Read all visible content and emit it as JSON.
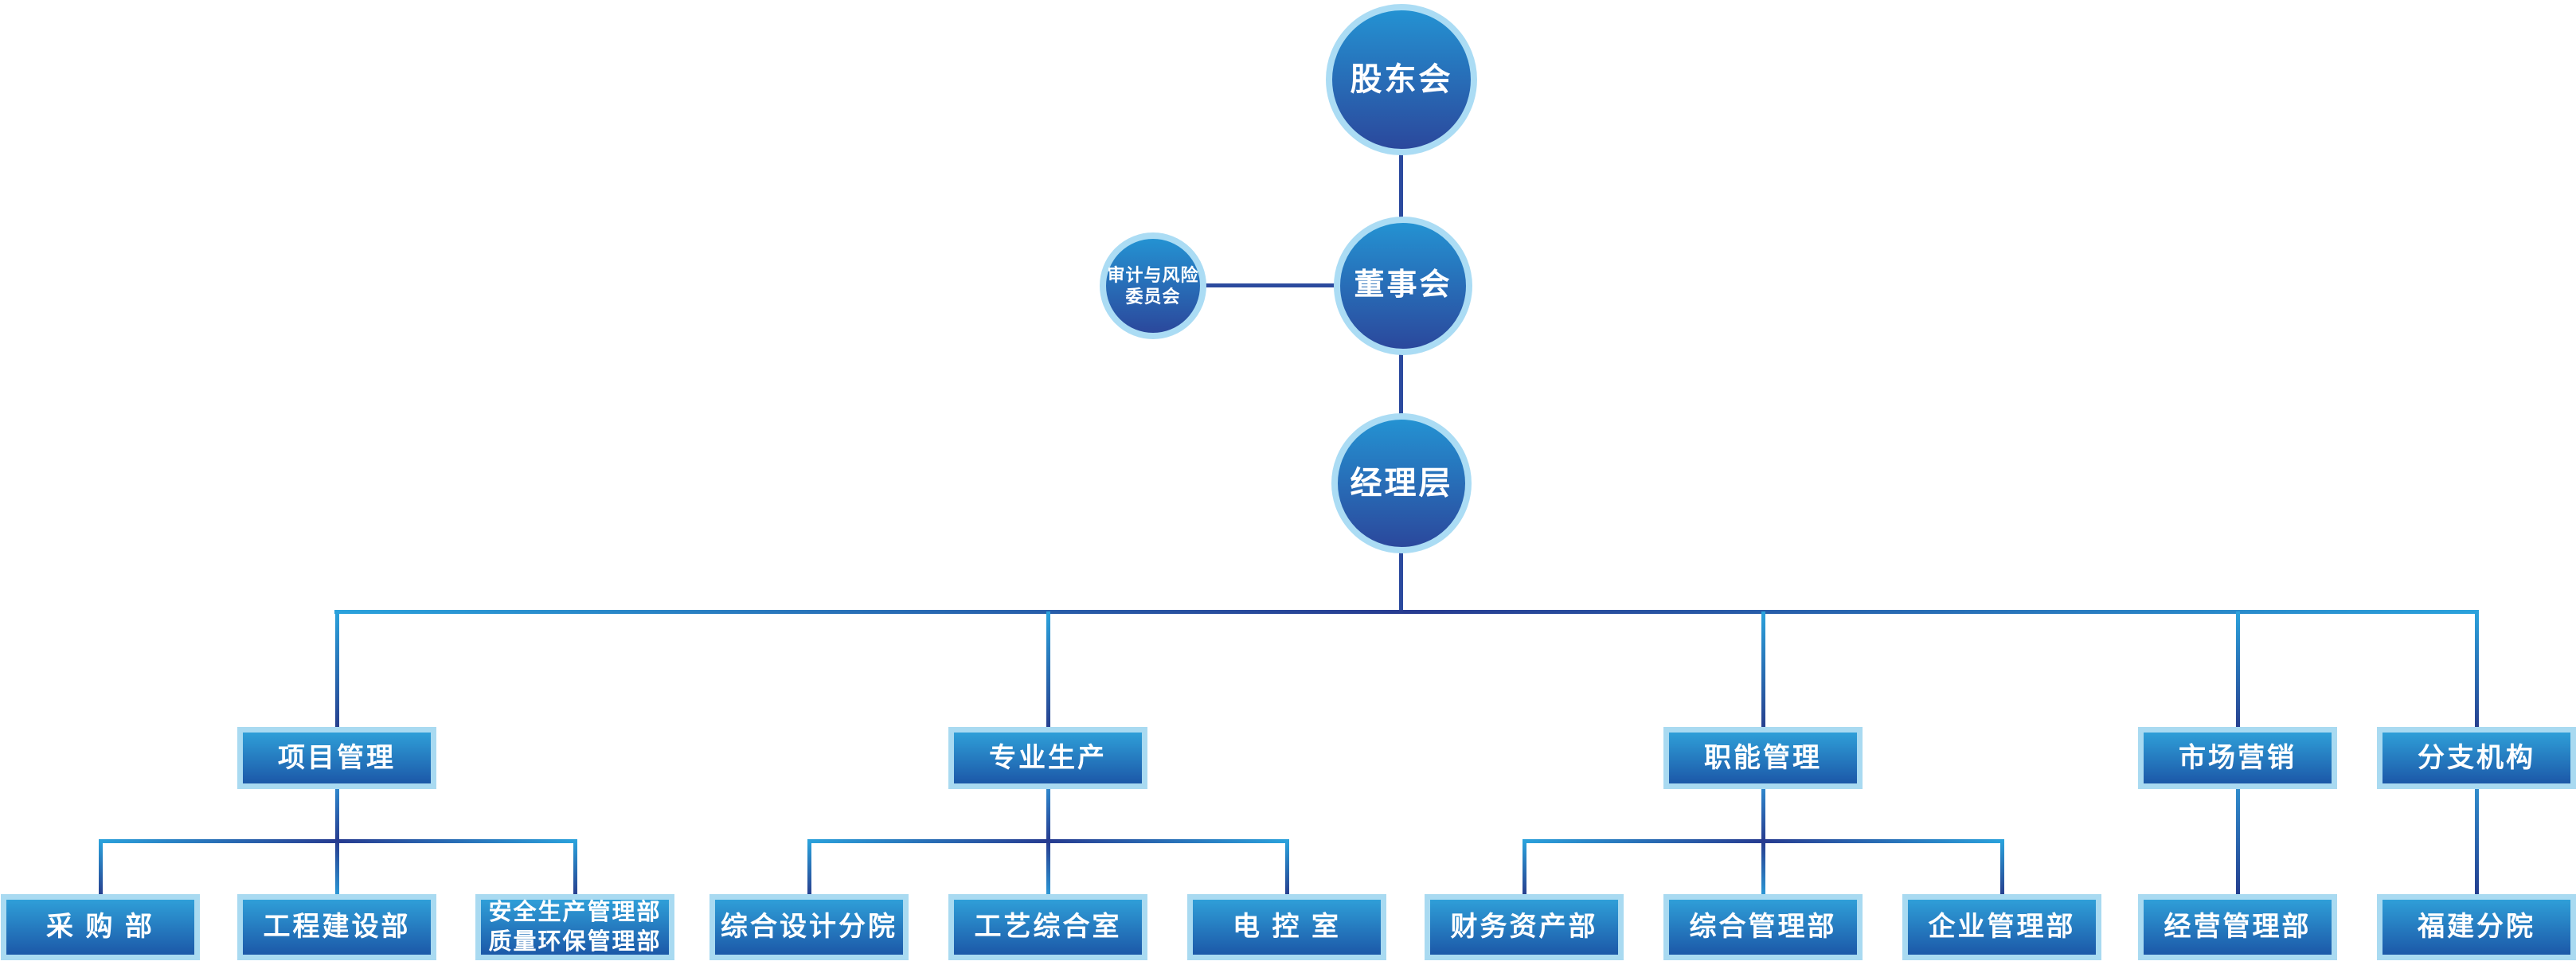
{
  "palette": {
    "circle_ring": "#abdcf4",
    "circle_gradient_top": "#2492d2",
    "circle_gradient_bottom": "#2b489c",
    "box_border": "#a9daf1",
    "box_gradient_top": "#2f9fd8",
    "box_gradient_bottom": "#1c58a8",
    "connector_navy": "#2b4a9e",
    "connector_azure": "#2aa2dc",
    "text": "#ffffff",
    "background": "#ffffff"
  },
  "nodes": {
    "shareholders": {
      "label": "股东会"
    },
    "board": {
      "label": "董事会"
    },
    "audit": {
      "label_line1": "审计与风险",
      "label_line2": "委员会"
    },
    "management": {
      "label": "经理层"
    },
    "project": {
      "label": "项目管理"
    },
    "production": {
      "label": "专业生产"
    },
    "functional": {
      "label": "职能管理"
    },
    "marketing": {
      "label": "市场营销"
    },
    "branches": {
      "label": "分支机构"
    },
    "procurement": {
      "label": "采 购 部"
    },
    "engineering": {
      "label": "工程建设部"
    },
    "safety": {
      "label_line1": "安全生产管理部",
      "label_line2": "质量环保管理部"
    },
    "design": {
      "label": "综合设计分院"
    },
    "process": {
      "label": "工艺综合室"
    },
    "electric": {
      "label": "电 控 室"
    },
    "finance": {
      "label": "财务资产部"
    },
    "general": {
      "label": "综合管理部"
    },
    "enterprise": {
      "label": "企业管理部"
    },
    "operations": {
      "label": "经营管理部"
    },
    "fujian": {
      "label": "福建分院"
    }
  },
  "hierarchy": [
    {
      "parent": "股东会",
      "children": [
        "董事会"
      ]
    },
    {
      "parent": "董事会",
      "children": [
        "经理层"
      ],
      "linked": [
        "审计与风险委员会"
      ]
    },
    {
      "parent": "经理层",
      "children": [
        "项目管理",
        "专业生产",
        "职能管理",
        "市场营销",
        "分支机构"
      ]
    },
    {
      "parent": "项目管理",
      "children": [
        "采 购 部",
        "工程建设部",
        "安全生产管理部质量环保管理部"
      ]
    },
    {
      "parent": "专业生产",
      "children": [
        "综合设计分院",
        "工艺综合室",
        "电 控 室"
      ]
    },
    {
      "parent": "职能管理",
      "children": [
        "财务资产部",
        "综合管理部",
        "企业管理部"
      ]
    },
    {
      "parent": "市场营销",
      "children": [
        "经营管理部"
      ]
    },
    {
      "parent": "分支机构",
      "children": [
        "福建分院"
      ]
    }
  ]
}
